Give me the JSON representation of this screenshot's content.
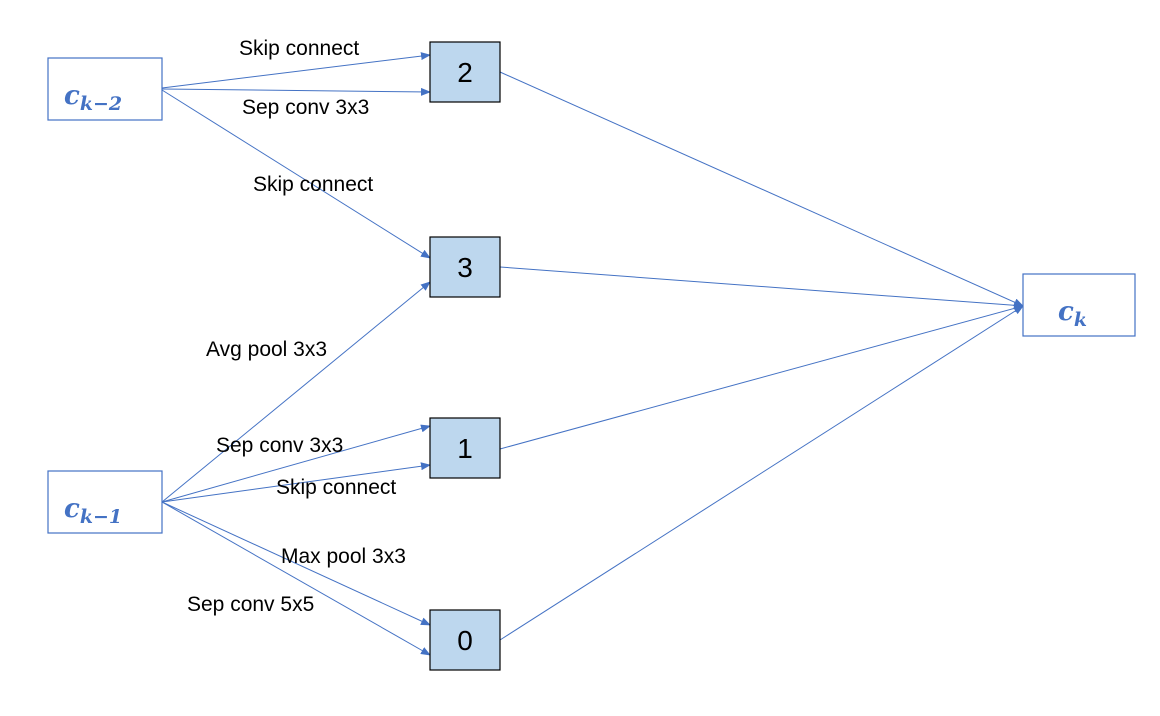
{
  "colors": {
    "edge": "#4472c4",
    "node_fill": "#bdd7ee",
    "node_border": "#000000",
    "io_text": "#4472c4"
  },
  "inputs": {
    "c_k_minus_2": {
      "base": "c",
      "sub": "k−2"
    },
    "c_k_minus_1": {
      "base": "c",
      "sub": "k−1"
    }
  },
  "output": {
    "base": "c",
    "sub": "k"
  },
  "nodes": {
    "n0": "0",
    "n1": "1",
    "n2": "2",
    "n3": "3"
  },
  "edge_labels": {
    "ck2_to_2_skip": "Skip connect",
    "ck2_to_2_sep": "Sep conv 3x3",
    "ck2_to_3_skip": "Skip connect",
    "ck1_to_3_avg": "Avg pool 3x3",
    "ck1_to_1_sep": "Sep conv 3x3",
    "ck1_to_1_skip": "Skip connect",
    "ck1_to_0_max": "Max pool 3x3",
    "ck1_to_0_sep": "Sep conv 5x5"
  }
}
